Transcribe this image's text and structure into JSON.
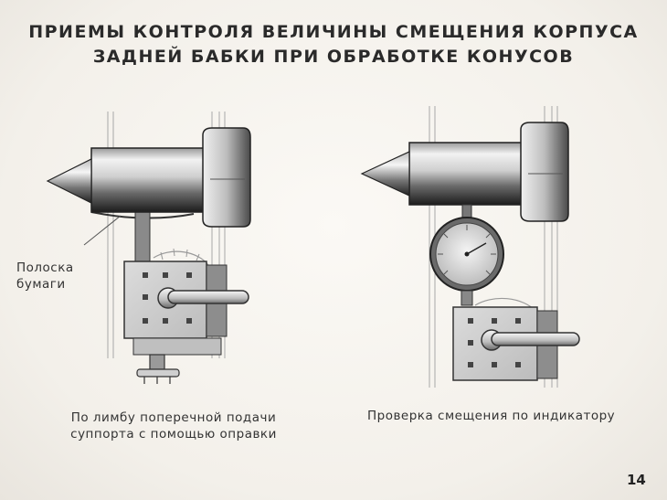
{
  "title": {
    "line1": "ПРИЕМЫ КОНТРОЛЯ ВЕЛИЧИНЫ СМЕЩЕНИЯ КОРПУСА",
    "line2": "ЗАДНЕЙ БАБКИ ПРИ ОБРАБОТКЕ КОНУСОВ"
  },
  "left_diagram": {
    "callout_line1": "Полоска",
    "callout_line2": "бумаги",
    "caption_line1": "По лимбу поперечной подачи",
    "caption_line2": "суппорта с помощью оправки"
  },
  "right_diagram": {
    "caption": "Проверка смещения по индикатору"
  },
  "page_number": "14",
  "colors": {
    "background": "#f4f1ec",
    "metal_dark": "#3a3a3a",
    "metal_light": "#d8d8d8",
    "text": "#2a2a2a"
  }
}
